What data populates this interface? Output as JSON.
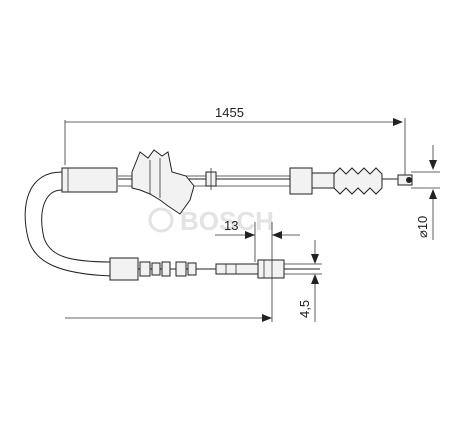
{
  "dimensions": {
    "overall_length": "1455",
    "offset": "13",
    "diameter": "⌀10",
    "height": "4,5"
  },
  "watermark": {
    "brand": "BOSCH",
    "icon": "copyright-icon"
  },
  "colors": {
    "line": "#222222",
    "watermark": "#e3e3e3"
  }
}
